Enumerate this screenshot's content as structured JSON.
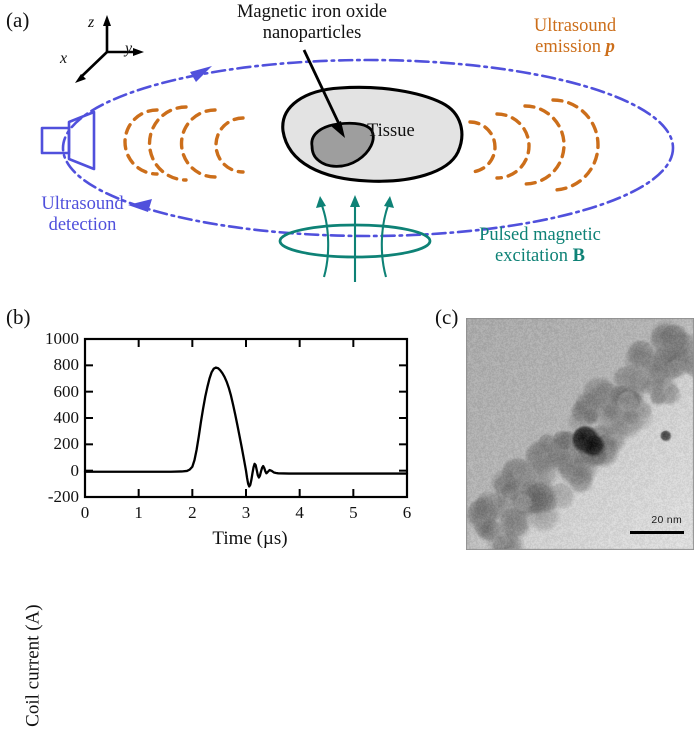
{
  "figure": {
    "panels": [
      {
        "id": "a",
        "label": "(a)"
      },
      {
        "id": "b",
        "label": "(b)"
      },
      {
        "id": "c",
        "label": "(c)"
      }
    ]
  },
  "panel_a": {
    "title_annotation": "Magnetic iron oxide\nnanoparticles",
    "tissue_label": "Tissue",
    "emission_label_line1": "Ultrasound",
    "emission_label_line2": "emission ",
    "emission_symbol": "p",
    "detection_label_line1": "Ultrasound",
    "detection_label_line2": "detection",
    "excitation_label_line1": "Pulsed magnetic",
    "excitation_label_line2": "excitation ",
    "excitation_symbol": "B",
    "axes": {
      "z": "z",
      "y": "y",
      "x": "x"
    },
    "colors": {
      "emission_orange": "#CC6E1A",
      "detection_blue": "#5050DC",
      "excitation_teal": "#0E8276",
      "tissue_fill": "#E3E3E3",
      "nanoparticle_fill": "#9E9E9E",
      "outline_black": "#000000"
    },
    "icons": {
      "transducer": "ultrasound-transducer-icon",
      "coil": "magnetic-coil-icon",
      "wave_arcs": "ultrasound-wave-arcs",
      "pointer_arrow": "annotation-arrow"
    }
  },
  "chart_data": {
    "type": "line",
    "title": "",
    "xlabel": "Time (µs)",
    "ylabel": "Coil current (A)",
    "xlim": [
      0,
      6
    ],
    "ylim": [
      -200,
      1000
    ],
    "xticks": [
      0,
      1,
      2,
      3,
      4,
      5,
      6
    ],
    "xtick_labels": [
      "0",
      "1",
      "2",
      "3",
      "4",
      "5",
      "6"
    ],
    "yticks": [
      -200,
      0,
      200,
      400,
      600,
      800,
      1000
    ],
    "ytick_labels": [
      "-200",
      "0",
      "200",
      "400",
      "600",
      "800",
      "1000"
    ],
    "grid": false,
    "legend": null,
    "series": [
      {
        "name": "Coil current",
        "color": "#000000",
        "x": [
          0.0,
          0.2,
          0.4,
          0.6,
          0.8,
          1.0,
          1.2,
          1.4,
          1.6,
          1.8,
          1.9,
          1.95,
          2.0,
          2.04,
          2.08,
          2.12,
          2.16,
          2.2,
          2.24,
          2.28,
          2.32,
          2.36,
          2.4,
          2.44,
          2.48,
          2.52,
          2.56,
          2.6,
          2.64,
          2.68,
          2.72,
          2.76,
          2.8,
          2.84,
          2.88,
          2.92,
          2.96,
          3.0,
          3.02,
          3.04,
          3.06,
          3.08,
          3.1,
          3.12,
          3.14,
          3.16,
          3.18,
          3.2,
          3.22,
          3.24,
          3.26,
          3.28,
          3.3,
          3.32,
          3.34,
          3.36,
          3.38,
          3.4,
          3.44,
          3.48,
          3.52,
          3.56,
          3.6,
          3.8,
          4.0,
          4.5,
          5.0,
          5.5,
          6.0
        ],
        "y": [
          -8,
          -8,
          -8,
          -8,
          -8,
          -8,
          -8,
          -8,
          -8,
          -6,
          -2,
          8,
          30,
          80,
          160,
          260,
          370,
          470,
          560,
          635,
          700,
          748,
          775,
          783,
          778,
          762,
          740,
          712,
          675,
          628,
          570,
          500,
          425,
          345,
          262,
          178,
          90,
          0,
          -55,
          -100,
          -120,
          -108,
          -70,
          -20,
          25,
          52,
          42,
          5,
          -35,
          -52,
          -38,
          -5,
          22,
          35,
          20,
          -5,
          -20,
          -12,
          5,
          -2,
          -14,
          -18,
          -20,
          -22,
          -22,
          -22,
          -22,
          -22,
          -22
        ]
      }
    ]
  },
  "panel_c": {
    "description": "Transmission electron micrograph of magnetic iron oxide nanoparticle agglomerate",
    "scalebar_label": "20 nm"
  }
}
